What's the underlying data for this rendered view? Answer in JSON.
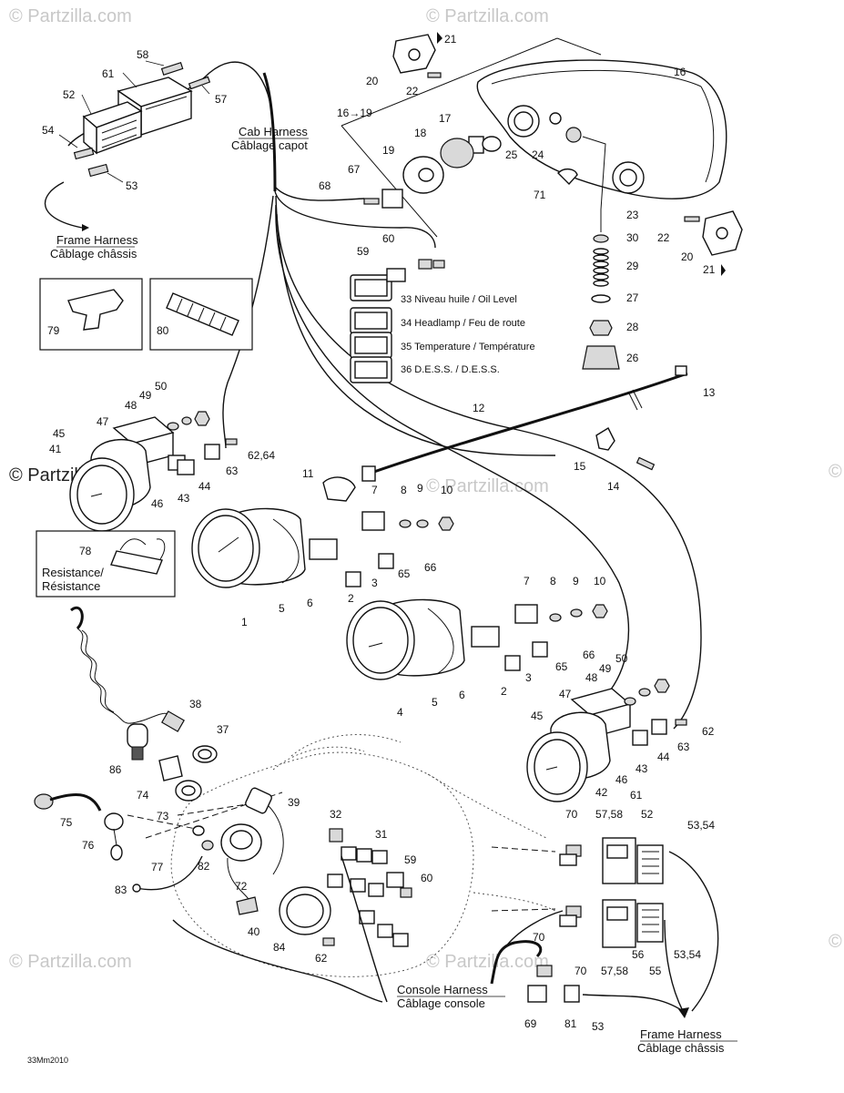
{
  "watermarks": {
    "top_left": "© Partzilla.com",
    "top_right": "© Partzilla.com",
    "middle_left": "© Partzilla.com",
    "middle_center": "© Partzilla.com",
    "bottom_left": "© Partzilla.com",
    "bottom_center": "© Partzilla.com",
    "right_edge_1": "©",
    "right_edge_2": "©"
  },
  "harness_labels": {
    "cab_en": "Cab Harness",
    "cab_fr": "Câblage capot",
    "frame_top_en": "Frame Harness",
    "frame_top_fr": "Câblage châssis",
    "console_en": "Console Harness",
    "console_fr": "Câblage console",
    "frame_bottom_en": "Frame Harness",
    "frame_bottom_fr": "Câblage châssis"
  },
  "indicator_labels": {
    "l33": "33 Niveau huile / Oil Level",
    "l34": "34 Headlamp / Feu de route",
    "l35": "35 Temperature / Température",
    "l36": "36 D.E.S.S. / D.E.S.S."
  },
  "resistance": {
    "number": "78",
    "en": "Resistance/",
    "fr": "Résistance"
  },
  "drawing_code": "33Mm2010",
  "callouts": {
    "c1": "1",
    "c2a": "2",
    "c2b": "2",
    "c3a": "3",
    "c3b": "3",
    "c4": "4",
    "c5a": "5",
    "c5b": "5",
    "c6a": "6",
    "c6b": "6",
    "c7a": "7",
    "c7b": "7",
    "c8a": "8",
    "c8b": "8",
    "c9a": "9",
    "c9b": "9",
    "c10a": "10",
    "c10b": "10",
    "c11": "11",
    "c12": "12",
    "c13": "13",
    "c14": "14",
    "c15": "15",
    "c16": "16",
    "c16_19": "16→19",
    "c17": "17",
    "c18": "18",
    "c19": "19",
    "c20a": "20",
    "c20b": "20",
    "c21a": "21",
    "c21b": "21",
    "c22a": "22",
    "c22b": "22",
    "c23": "23",
    "c24": "24",
    "c25": "25",
    "c26": "26",
    "c27": "27",
    "c28": "28",
    "c29": "29",
    "c30": "30",
    "c31": "31",
    "c32": "32",
    "c37": "37",
    "c38": "38",
    "c39": "39",
    "c40": "40",
    "c41": "41",
    "c42": "42",
    "c43a": "43",
    "c43b": "43",
    "c44a": "44",
    "c44b": "44",
    "c45a": "45",
    "c45b": "45",
    "c46a": "46",
    "c46b": "46",
    "c47a": "47",
    "c47b": "47",
    "c48a": "48",
    "c48b": "48",
    "c49a": "49",
    "c49b": "49",
    "c50a": "50",
    "c50b": "50",
    "c52a": "52",
    "c52b": "52",
    "c53a": "53",
    "c53b": "53",
    "c53_54a": "53,54",
    "c53_54b": "53,54",
    "c54": "54",
    "c55": "55",
    "c56": "56",
    "c57": "57",
    "c57_58a": "57,58",
    "c57_58b": "57,58",
    "c58": "58",
    "c59a": "59",
    "c59b": "59",
    "c60a": "60",
    "c60b": "60",
    "c61a": "61",
    "c61b": "61",
    "c62a": "62",
    "c62b": "62",
    "c62_64": "62,64",
    "c63a": "63",
    "c63b": "63",
    "c65a": "65",
    "c65b": "65",
    "c66a": "66",
    "c66b": "66",
    "c67": "67",
    "c68": "68",
    "c69": "69",
    "c70a": "70",
    "c70b": "70",
    "c70c": "70",
    "c71": "71",
    "c72": "72",
    "c73": "73",
    "c74": "74",
    "c75": "75",
    "c76": "76",
    "c77": "77",
    "c79": "79",
    "c80": "80",
    "c81": "81",
    "c82": "82",
    "c83": "83",
    "c84": "84",
    "c86": "86"
  }
}
